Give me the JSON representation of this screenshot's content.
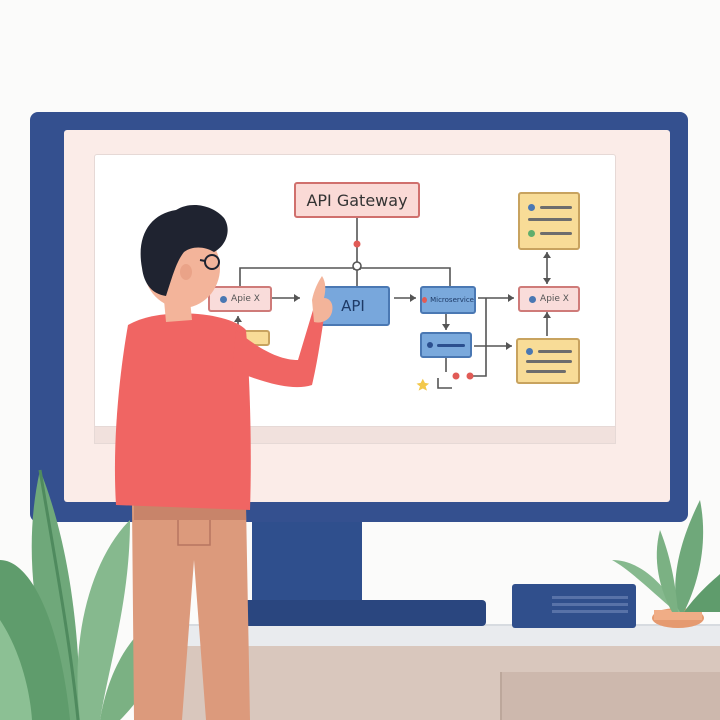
{
  "diagram": {
    "gateway_label": "API Gateway",
    "api_label": "API",
    "left_node_label": "Apie X",
    "right_node_label": "Microservice",
    "far_node_label": "Apie X"
  },
  "colors": {
    "monitor": "#34508f",
    "screen": "#fbece8",
    "shirt": "#f06563",
    "pants": "#dc9a7c",
    "hair": "#1f2330",
    "plant": "#6fa87a",
    "api_blue": "#78a7dc",
    "gateway_pink": "#fadad6",
    "card_yellow": "#f8dc97"
  },
  "icons": [
    "plant-left-icon",
    "plant-right-icon",
    "person-figure",
    "monitor",
    "pointing-hand-icon"
  ]
}
